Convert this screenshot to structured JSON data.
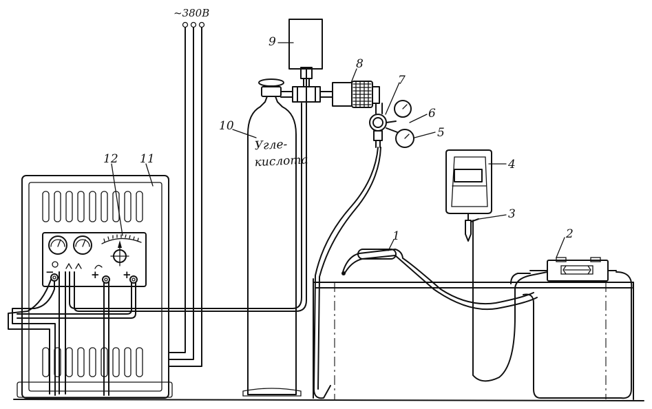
{
  "supply": {
    "voltage": "~380В"
  },
  "cylinder": {
    "label_line1": "Угле-",
    "label_line2": "кислота"
  },
  "labels": {
    "n1": "1",
    "n2": "2",
    "n3": "3",
    "n4": "4",
    "n5": "5",
    "n6": "6",
    "n7": "7",
    "n8": "8",
    "n9": "9",
    "n10": "10",
    "n11": "11",
    "n12": "12"
  },
  "panel": {
    "minus": "−",
    "plus1": "+",
    "plus2": "+"
  }
}
